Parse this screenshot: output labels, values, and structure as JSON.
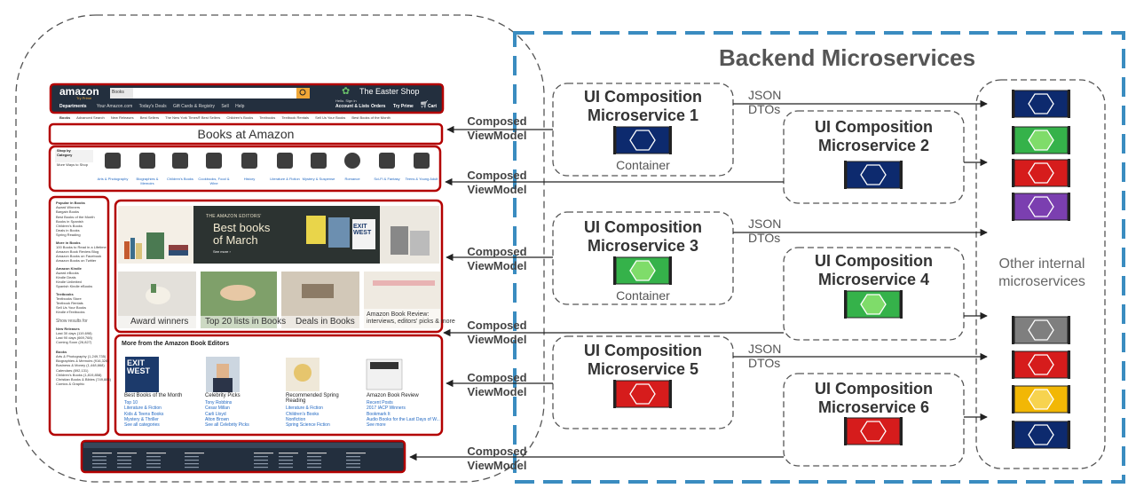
{
  "header": {
    "title": "Backend Microservices"
  },
  "microservices": [
    {
      "title": "UI Composition Microservice 1",
      "line1": "UI Composition",
      "line2": "Microservice 1",
      "container_label": "Container",
      "color": "#0d2a6e"
    },
    {
      "title": "UI Composition Microservice 2",
      "line1": "UI Composition",
      "line2": "Microservice 2",
      "color": "#0d2a6e"
    },
    {
      "title": "UI Composition Microservice 3",
      "line1": "UI Composition",
      "line2": "Microservice 3",
      "container_label": "Container",
      "color": "#35b24a"
    },
    {
      "title": "UI Composition Microservice 4",
      "line1": "UI Composition",
      "line2": "Microservice 4",
      "color": "#35b24a"
    },
    {
      "title": "UI Composition Microservice 5",
      "line1": "UI Composition",
      "line2": "Microservice 5",
      "color": "#d61c1c"
    },
    {
      "title": "UI Composition Microservice 6",
      "line1": "UI Composition",
      "line2": "Microservice 6",
      "color": "#d61c1c"
    }
  ],
  "json_labels": [
    {
      "line1": "JSON",
      "line2": "DTOs"
    },
    {
      "line1": "JSON",
      "line2": "DTOs"
    },
    {
      "line1": "JSON",
      "line2": "DTOs"
    }
  ],
  "composed_labels": [
    {
      "line1": "Composed",
      "line2": "ViewModel"
    },
    {
      "line1": "Composed",
      "line2": "ViewModel"
    },
    {
      "line1": "Composed",
      "line2": "ViewModel"
    },
    {
      "line1": "Composed",
      "line2": "ViewModel"
    },
    {
      "line1": "Composed",
      "line2": "ViewModel"
    },
    {
      "line1": "Composed",
      "line2": "ViewModel"
    }
  ],
  "internal": {
    "line1": "Other internal",
    "line2": "microservices",
    "colors": [
      "#0d2a6e",
      "#35b24a",
      "#d61c1c",
      "#7b3fb0",
      "#7f7f7f",
      "#d61c1c",
      "#f2b705",
      "#0d2a6e"
    ]
  },
  "amazon": {
    "logo": "amazon",
    "logo_sub": "Try Prime",
    "search_category": "Books",
    "easter_shop": "The Easter Shop",
    "nav": [
      "Departments",
      "Your Amazon.com",
      "Today's Deals",
      "Gift Cards & Registry",
      "Sell",
      "Help"
    ],
    "account_hello": "Hello. Sign in",
    "account": "Account & Lists",
    "orders": "Orders",
    "prime": "Try Prime",
    "cart": "Cart",
    "subnav": [
      "Books",
      "Advanced Search",
      "New Releases",
      "Best Sellers",
      "The New York Times® Best Sellers",
      "Children's Books",
      "Textbooks",
      "Textbook Rentals",
      "Sell Us Your Books",
      "Best Books of the Month"
    ],
    "page_title": "Books at Amazon",
    "shop_by": "Shop by Category",
    "more_ways": "More Ways to Shop",
    "categories": [
      "Arts & Photography",
      "Biographies & Memoirs",
      "Children's Books",
      "Cookbooks, Food & Wine",
      "History",
      "Literature & Fiction",
      "Mystery & Suspense",
      "Romance",
      "Sci-Fi & Fantasy",
      "Teens & Young Adult"
    ],
    "sidebar": [
      {
        "heading": "Popular in Books",
        "items": [
          "Award Winners",
          "Bargain Books",
          "Best Books of the Month",
          "Books in Spanish",
          "Children's Books",
          "Deals in Books",
          "Spring Reading"
        ]
      },
      {
        "heading": "More in Books",
        "items": [
          "100 Books to Read in a Lifetime",
          "Amazon Book Review Blog",
          "Amazon Books on Facebook",
          "Amazon Books on Twitter"
        ]
      },
      {
        "heading": "Amazon Kindle",
        "items": [
          "Award eBooks",
          "Kindle Deals",
          "Kindle Unlimited",
          "Spanish Kindle eBooks"
        ]
      },
      {
        "heading": "Textbooks",
        "items": [
          "Textbooks Store",
          "Textbook Rentals",
          "Sell Us Your Books",
          "Kindle eTextbooks"
        ]
      }
    ],
    "show_results": "Show results for",
    "new_releases": {
      "heading": "New Releases",
      "items": [
        "Last 30 days (119,698)",
        "Last 90 days (669,768)",
        "Coming Soon (26,827)"
      ]
    },
    "books_heading": "Books",
    "books_items": [
      "Arts & Photography (1,249,735)",
      "Biographies & Memoirs (916,326)",
      "Business & Money (1,448,668)",
      "Calendars (892,131)",
      "Children's Books (1,819,858)",
      "Christian Books & Bibles (749,886)",
      "Comics & Graphic"
    ],
    "hero": {
      "kicker": "THE AMAZON EDITORS'",
      "line1": "Best books",
      "line2": "of March",
      "cta": "See more ›"
    },
    "tiles": [
      "Award winners",
      "Top 20 lists in Books",
      "Deals in Books",
      "Amazon Book Review:",
      "interviews, editors' picks & more"
    ],
    "editors_title": "More from the Amazon Book Editors",
    "editors": [
      {
        "title": "Best Books of the Month",
        "links": [
          "Top 10",
          "Literature & Fiction",
          "Kids & Teens Books",
          "Mystery & Thriller",
          "See all categories"
        ]
      },
      {
        "title": "Celebrity Picks",
        "links": [
          "Tony Robbins",
          "Cesar Millan",
          "Carli Lloyd",
          "Alton Brown",
          "See all Celebrity Picks"
        ]
      },
      {
        "title": "Recommended Spring Reading",
        "links": [
          "Literature & Fiction",
          "Children's Books",
          "Nonfiction",
          "Spring Science Fiction"
        ]
      },
      {
        "title": "Amazon Book Review",
        "links": [
          "Recent Posts",
          "2017 IACP Winners",
          "Bookmark It",
          "Audio Books for the Last Days of W...",
          "See more"
        ]
      }
    ],
    "book_covers": [
      "EXIT WEST",
      "EXIT WEST"
    ]
  }
}
